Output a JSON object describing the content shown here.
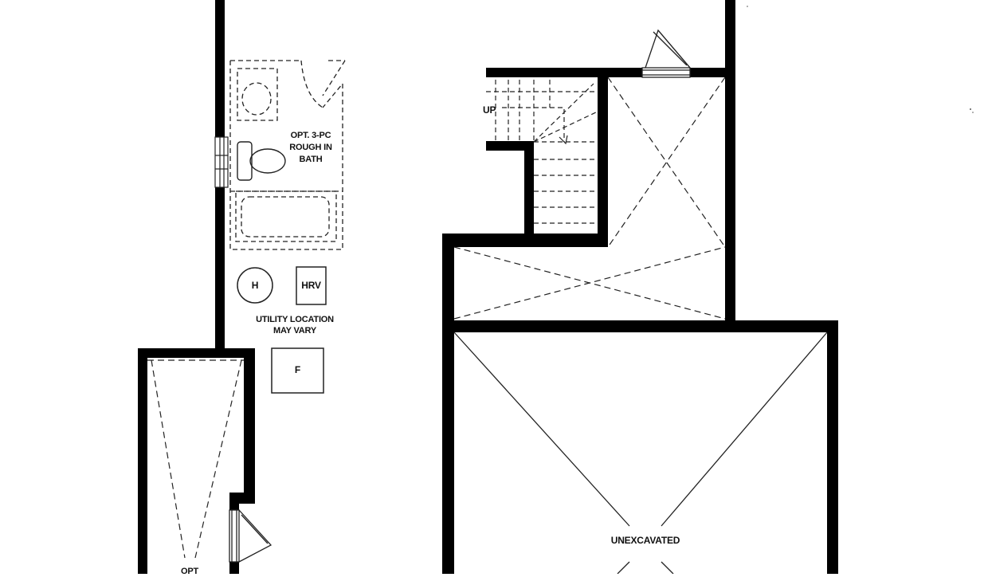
{
  "plan": {
    "labels": {
      "up": "UP",
      "bath": "OPT. 3-PC\nROUGH IN\nBATH",
      "heater": "H",
      "hrv": "HRV",
      "utility": "UTILITY LOCATION\nMAY VARY",
      "furnace": "F",
      "unexcavated": "UNEXCAVATED",
      "opt": "OPT"
    },
    "colors": {
      "wall": "#000000",
      "line": "#222222",
      "background": "#ffffff"
    }
  }
}
